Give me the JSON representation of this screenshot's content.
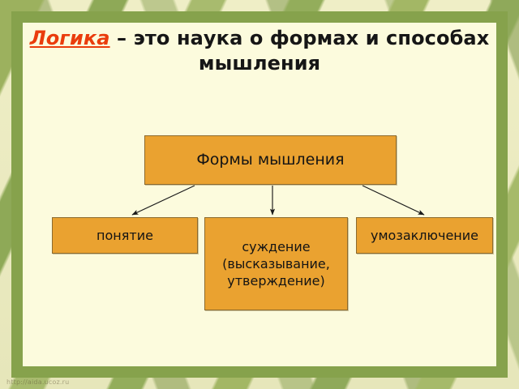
{
  "slide": {
    "title": {
      "highlight": "Логика",
      "rest": " – это наука о формах и способах мышления",
      "highlight_color": "#ea3c0c",
      "text_color": "#161616"
    },
    "watermark": "http://aida.ucoz.ru"
  },
  "theme": {
    "frame_green": "#86a24c",
    "sheet_cream": "#fcfbdd",
    "floral_band": "#e8e7c0",
    "node_fill": "#eaa230",
    "node_border": "#8b6a2e",
    "arrow_color": "#1a1a1a"
  },
  "diagram": {
    "type": "tree",
    "root": {
      "id": "root",
      "label": "Формы мышления"
    },
    "children": [
      {
        "id": "ponyatie",
        "label": "понятие"
      },
      {
        "id": "suzhdenie",
        "label": "суждение\n(высказывание,\nутверждение)",
        "lines": [
          "суждение",
          "(высказывание,",
          "утверждение)"
        ]
      },
      {
        "id": "umozaklyuchenie",
        "label": "умозаключение"
      }
    ],
    "edges": [
      {
        "from": "root",
        "to": "ponyatie"
      },
      {
        "from": "root",
        "to": "suzhdenie"
      },
      {
        "from": "root",
        "to": "umozaklyuchenie"
      }
    ]
  }
}
